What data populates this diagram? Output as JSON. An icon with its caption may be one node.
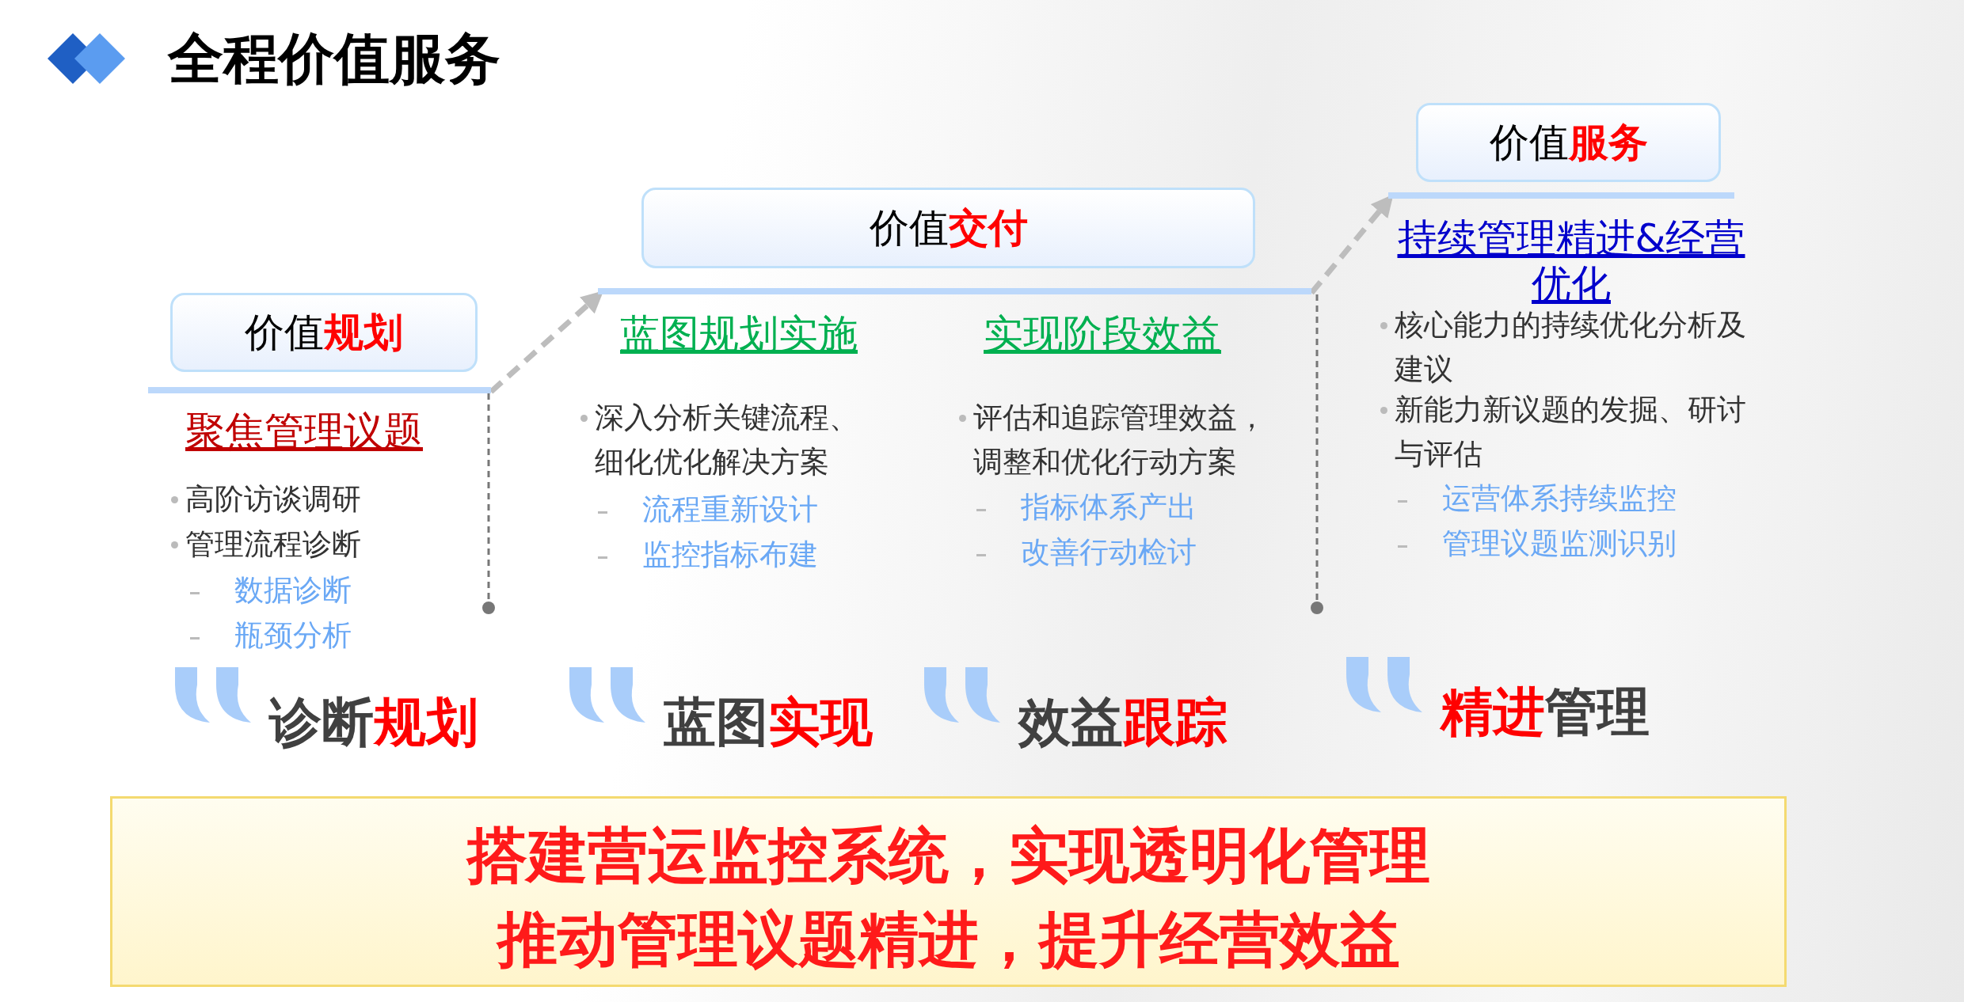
{
  "diagram": {
    "title": "全程价值服务",
    "nodes": [
      {
        "text": [
          "价值**规划**"
        ]
      },
      {
        "text": [
          "价值**交付**"
        ]
      },
      {
        "text": [
          "价值**服务**"
        ]
      },
      {
        "text": [
          "搭建营运监控系统，实现透明化管理",
          "推动管理议题精进，提升经营效益"
        ]
      }
    ],
    "edges": [
      {
        "from": 0,
        "to": 1,
        "arrow": "to",
        "style": "dashed"
      },
      {
        "from": 1,
        "to": 2,
        "arrow": "to",
        "style": "dashed"
      }
    ],
    "labels": [
      "聚焦管理议题",
      "高阶访谈调研",
      "管理流程诊断",
      "数据诊断",
      "瓶颈分析",
      "蓝图规划实施",
      "深入分析关键流程、细化优化解决方案",
      "流程重新设计",
      "监控指标布建",
      "实现阶段效益",
      "评估和追踪管理效益，调整和优化行动方案",
      "指标体系产出",
      "改善行动检讨",
      "持续管理精进&经营优化",
      "核心能力的持续优化分析及建议",
      "新能力新议题的发掘、研讨与评估",
      "运营体系持续监控",
      "管理议题监测识别",
      "诊断**规划**",
      "蓝图**实现**",
      "效益**跟踪**",
      "**精进**管理"
    ]
  }
}
